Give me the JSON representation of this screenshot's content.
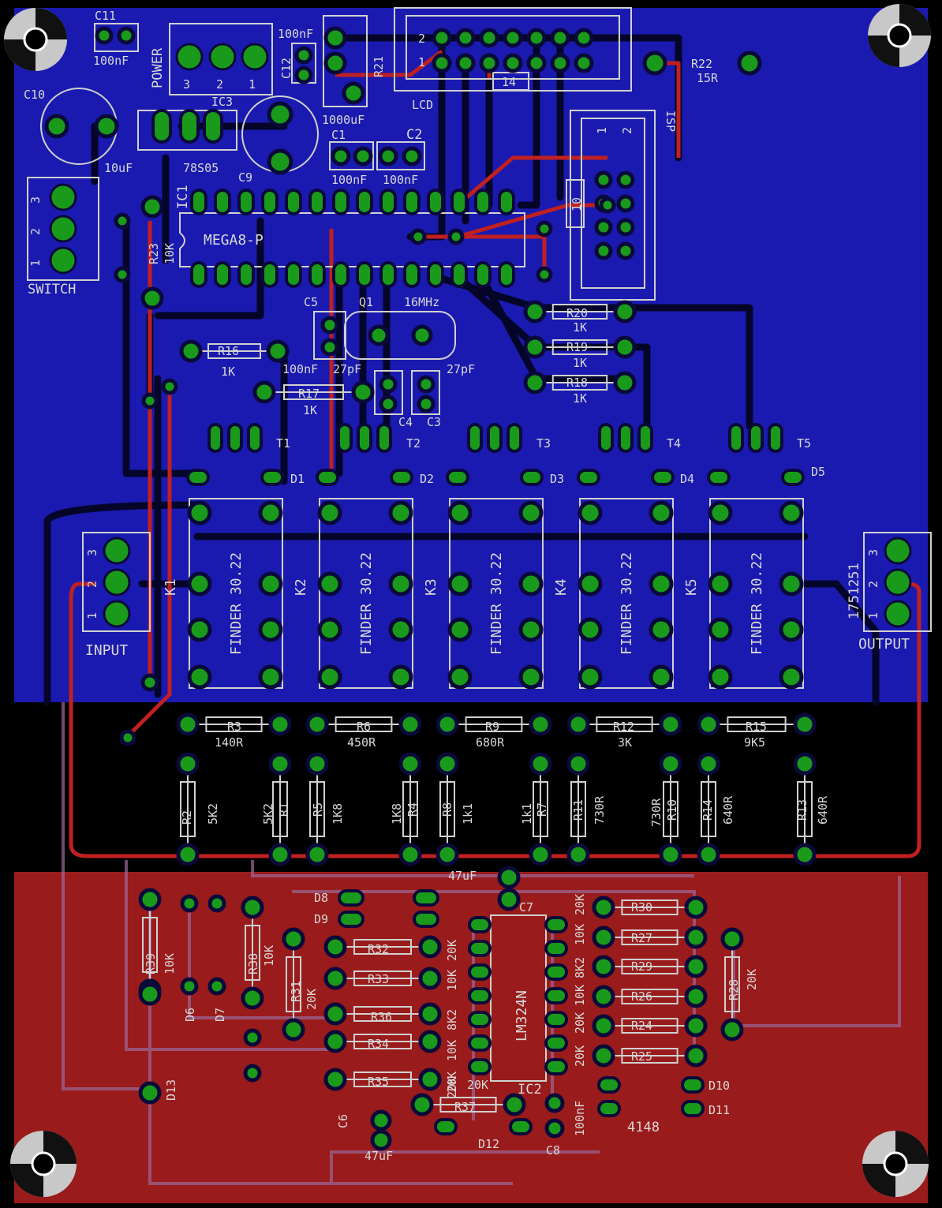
{
  "colors": {
    "background": "#000000",
    "top_copper": "#1a1ab0",
    "bottom_copper": "#9a1b1b",
    "trace_dark": "#05052a",
    "trace_red": "#c02020",
    "pad": "#1a9a1a",
    "silk": "#d8d8d8"
  },
  "labels": {
    "c11": "C11",
    "c11v": "100nF",
    "power": "POWER",
    "p3": "3",
    "p2": "2",
    "p1": "1",
    "ic3": "IC3",
    "c12": "C12",
    "c12v": "100nF",
    "r21": "R21",
    "lcd": "LCD",
    "lcd2": "2",
    "lcd1": "1",
    "lcd14": "14",
    "r22": "R22",
    "r22v": "15R",
    "c10": "C10",
    "c10v": "10uF",
    "reg": "78S05",
    "c9": "C9",
    "c9v": "1000uF",
    "c1": "C1",
    "c1v": "100nF",
    "c2": "C2",
    "c2v": "100nF",
    "isp": "ISP",
    "isp1": "1",
    "isp2": "2",
    "isp10": "10",
    "sw3": "3",
    "sw2": "2",
    "sw1": "1",
    "switch": "SWITCH",
    "ic1": "IC1",
    "mega": "MEGA8-P",
    "r23": "R23",
    "r23v": "10K",
    "c5": "C5",
    "q1": "Q1",
    "q1v": "16MHz",
    "r20": "R20",
    "r20v": "1K",
    "r19": "R19",
    "r19v": "1K",
    "r18": "R18",
    "r18v": "1K",
    "r16": "R16",
    "r16v": "1K",
    "r17": "R17",
    "r17v": "1K",
    "c5v": "100nF",
    "c4v": "27pF",
    "c3v": "27pF",
    "c4": "C4",
    "c3": "C3",
    "t1": "T1",
    "t2": "T2",
    "t3": "T3",
    "t4": "T4",
    "t5": "T5",
    "d1": "D1",
    "d2": "D2",
    "d3": "D3",
    "d4": "D4",
    "d5": "D5",
    "k1": "K1",
    "k2": "K2",
    "k3": "K3",
    "k4": "K4",
    "k5": "K5",
    "finder": "FINDER 30.22",
    "in3": "3",
    "in2": "2",
    "in1": "1",
    "input": "INPUT",
    "out3": "3",
    "out2": "2",
    "out1": "1",
    "output": "OUTPUT",
    "outpart": "1751251",
    "r3": "R3",
    "r3v": "140R",
    "r6": "R6",
    "r6v": "450R",
    "r9": "R9",
    "r9v": "680R",
    "r12": "R12",
    "r12v": "3K",
    "r15": "R15",
    "r15v": "9K5",
    "r2": "R2",
    "r2v": "5K2",
    "r1": "R1",
    "r1v": "5K2",
    "r5": "R5",
    "r5v": "1K8",
    "r4": "R4",
    "r4v": "1K8",
    "r8": "R8",
    "r8v": "1k1",
    "r7": "R7",
    "r7v": "1k1",
    "r11": "R11",
    "r11v": "730R",
    "r10": "R10",
    "r10v": "730R",
    "r14": "R14",
    "r14v": "640R",
    "r13": "R13",
    "r13v": "640R",
    "c7": "C7",
    "c7v": "47uF",
    "d8": "D8",
    "d9": "D9",
    "r39": "R39",
    "r39v": "10K",
    "d6": "D6",
    "d7": "D7",
    "r38": "R38",
    "r38v": "10K",
    "r31": "R31",
    "r31v": "20K",
    "r32": "R32",
    "r32v": "20K",
    "r33": "R33",
    "r33v": "10K",
    "r36": "R36",
    "r36v": "8K2",
    "r34": "R34",
    "r34v": "10K",
    "r35": "R35",
    "r35v": "20K",
    "lm": "LM324N",
    "ic2": "IC2",
    "r30": "R30",
    "r30v": "20K",
    "r27": "R27",
    "r27v": "10K",
    "r29": "R29",
    "r29v": "8K2",
    "r26": "R26",
    "r26v": "10K",
    "r24": "R24",
    "r24v": "20K",
    "r25": "R25",
    "r25v": "20K",
    "r28": "R28",
    "r28v": "20K",
    "d10": "D10",
    "d11": "D11",
    "d1148": "4148",
    "d13": "D13",
    "c6": "C6",
    "c6v": "47uF",
    "r37": "R37",
    "r37v": "20K",
    "d12": "D12",
    "c8": "C8",
    "c8v": "100nF"
  }
}
